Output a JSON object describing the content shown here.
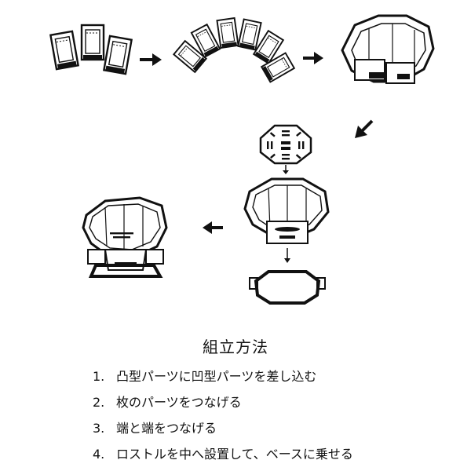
{
  "title": "組立方法",
  "steps": [
    {
      "number": "1.",
      "text": "凸型パーツに凹型パーツを差し込む"
    },
    {
      "number": "2.",
      "text": "枚のパーツをつなげる"
    },
    {
      "number": "3.",
      "text": "端と端をつなげる"
    },
    {
      "number": "4.",
      "text": "ロストルを中へ設置して、ベースに乗せる"
    }
  ],
  "colors": {
    "line": "#111111",
    "fill": "#ffffff",
    "background": "#ffffff"
  },
  "icons": [
    "arrow-right-icon",
    "arrow-down-left-icon",
    "arrow-down-icon",
    "arrow-left-icon"
  ]
}
